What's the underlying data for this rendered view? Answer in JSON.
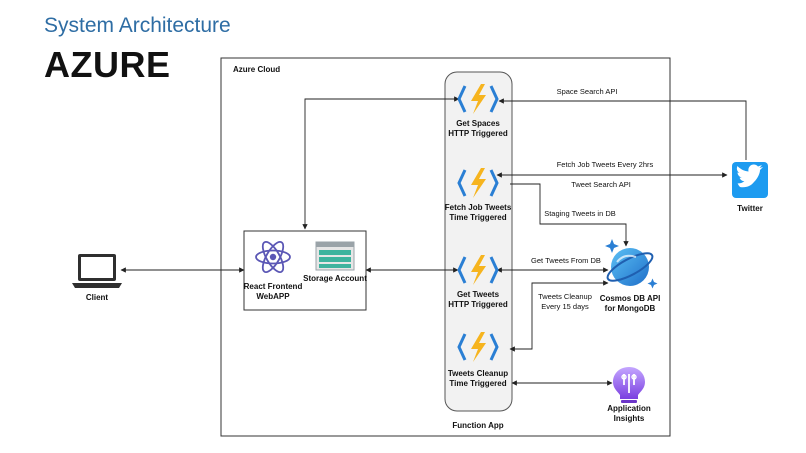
{
  "header": {
    "subtitle": "System Architecture",
    "title": "AZURE"
  },
  "cloud": {
    "label": "Azure Cloud",
    "function_app_label": "Function App"
  },
  "functions": [
    {
      "line1": "Get Spaces",
      "line2": "HTTP Triggered"
    },
    {
      "line1": "Fetch Job Tweets",
      "line2": "Time Triggered"
    },
    {
      "line1": "Get Tweets",
      "line2": "HTTP Triggered"
    },
    {
      "line1": "Tweets Cleanup",
      "line2": "Time Triggered"
    }
  ],
  "frontend": {
    "react_line1": "React Frontend",
    "react_line2": "WebAPP",
    "storage_label": "Storage Account"
  },
  "client": {
    "label": "Client"
  },
  "twitter": {
    "label": "Twitter"
  },
  "cosmos": {
    "line1": "Cosmos DB API",
    "line2": "for MongoDB"
  },
  "insights": {
    "line1": "Application",
    "line2": "Insights"
  },
  "edges": {
    "space_search": "Space Search API",
    "fetch_job": "Fetch Job Tweets Every 2hrs",
    "tweet_search": "Tweet Search API",
    "staging": "Staging Tweets in DB",
    "get_tweets_db": "Get Tweets From DB",
    "cleanup_line1": "Tweets Cleanup",
    "cleanup_line2": "Every 15 days"
  },
  "colors": {
    "title_blue": "#2e6da4",
    "azure_function": "#f6b41e",
    "azure_blue": "#2a7fd4",
    "twitter_blue": "#1d9bf0",
    "react_purple": "#5b57b5",
    "storage_green": "#3db39e",
    "insights_purple": "#8b5cf6"
  }
}
